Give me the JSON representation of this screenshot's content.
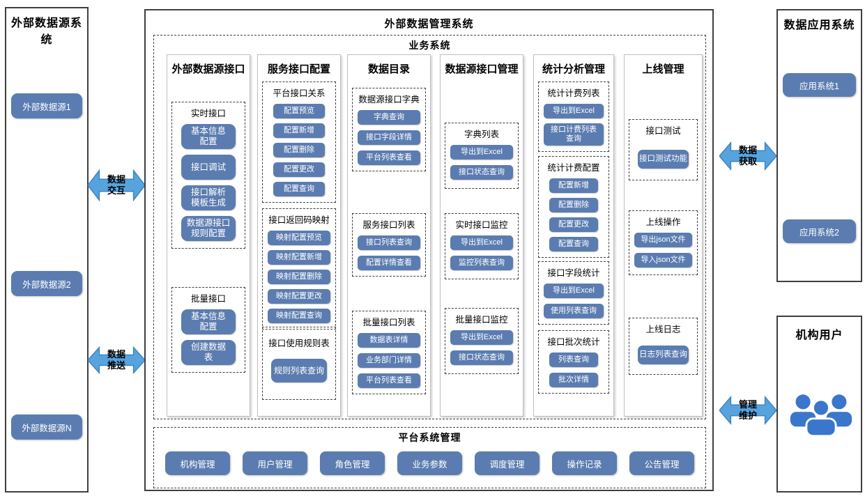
{
  "left_panel": {
    "title": "外部数据源系统",
    "items": [
      "外部数据源1",
      "外部数据源2",
      "外部数据源N"
    ]
  },
  "flows": {
    "data_interaction": "数据交互",
    "data_push": "数据推送",
    "data_fetch": "数据获取",
    "manage_maintain": "管理维护"
  },
  "center": {
    "title": "外部数据管理系统",
    "business": {
      "title": "业务系统",
      "columns": [
        {
          "title": "外部数据源接口",
          "groups": [
            {
              "label": "实时接口",
              "buttons": [
                "基本信息\n配置",
                "接口调试",
                "接口解析\n模板生成",
                "数据源接口\n规则配置"
              ]
            },
            {
              "label": "批量接口",
              "buttons": [
                "基本信息\n配置",
                "创建数据\n表"
              ]
            }
          ]
        },
        {
          "title": "服务接口配置",
          "groups": [
            {
              "label": "平台接口关系",
              "buttons": [
                "配置预览",
                "配置新增",
                "配置删除",
                "配置更改",
                "配置查询"
              ]
            },
            {
              "label": "接口返回码映射",
              "buttons": [
                "映射配置预览",
                "映射配置新增",
                "映射配置删除",
                "映射配置更改",
                "映射配置查询"
              ]
            },
            {
              "label": "接口使用规则表",
              "buttons": [
                "规则列表查询"
              ]
            }
          ]
        },
        {
          "title": "数据目录",
          "groups": [
            {
              "label": "数据源接口字典",
              "buttons": [
                "字典查询",
                "接口字段详情",
                "平台列表查看"
              ]
            },
            {
              "label": "服务接口列表",
              "buttons": [
                "接口列表查询",
                "配置详情查看"
              ]
            },
            {
              "label": "批量接口列表",
              "buttons": [
                "数据表详情",
                "业务部门详情",
                "平台列表查看"
              ]
            }
          ]
        },
        {
          "title": "数据源接口管理",
          "groups": [
            {
              "label": "字典列表",
              "buttons": [
                "导出到Excel",
                "接口状态查询"
              ]
            },
            {
              "label": "实时接口监控",
              "buttons": [
                "导出到Excel",
                "监控列表查询"
              ]
            },
            {
              "label": "批量接口监控",
              "buttons": [
                "导出到Excel",
                "接口状态查询"
              ]
            }
          ]
        },
        {
          "title": "统计分析管理",
          "groups": [
            {
              "label": "统计计费列表",
              "buttons": [
                "导出到Excel",
                "接口计费列表\n查询"
              ]
            },
            {
              "label": "统计计费配置",
              "buttons": [
                "配置新增",
                "配置删除",
                "配置更改",
                "配置查询"
              ]
            },
            {
              "label": "接口字段统计",
              "buttons": [
                "导出到Excel",
                "使用列表查询"
              ]
            },
            {
              "label": "接口批次统计",
              "buttons": [
                "列表查询",
                "批次详情"
              ]
            }
          ]
        },
        {
          "title": "上线管理",
          "groups": [
            {
              "label": "接口测试",
              "buttons": [
                "接口测试功能"
              ]
            },
            {
              "label": "上线操作",
              "buttons": [
                "导出json文件",
                "导入json文件"
              ]
            },
            {
              "label": "上线日志",
              "buttons": [
                "日志列表查询"
              ]
            }
          ]
        }
      ]
    },
    "platform": {
      "title": "平台系统管理",
      "buttons": [
        "机构管理",
        "用户管理",
        "角色管理",
        "业务参数",
        "调度管理",
        "操作记录",
        "公告管理"
      ]
    }
  },
  "right_top_panel": {
    "title": "数据应用系统",
    "items": [
      "应用系统1",
      "应用系统2"
    ]
  },
  "right_bottom_panel": {
    "title": "机构用户",
    "icon": "users-group-icon"
  },
  "colors": {
    "module_button_blue": "#5B7CB0",
    "arrow_blue": "#57A3DD",
    "arrow_border": "#3E85C0",
    "users_icon_blue": "#3A76CB"
  }
}
